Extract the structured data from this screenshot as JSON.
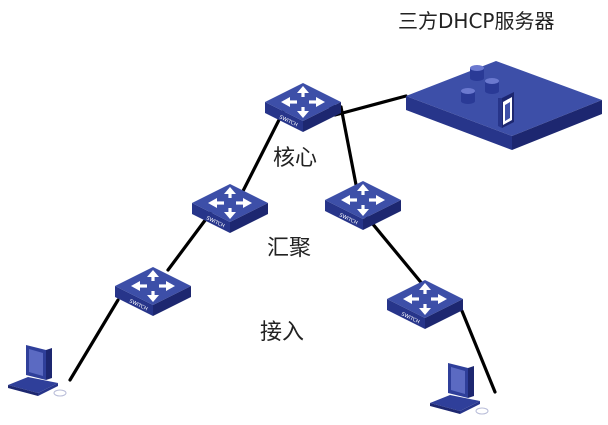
{
  "server": {
    "label": "三方DHCP服务器"
  },
  "layers": {
    "core": "核心",
    "aggregation": "汇聚",
    "access": "接入"
  },
  "switch_text": "SWITCH",
  "icons": {
    "switch": "network-switch-icon",
    "server": "server-platform-icon",
    "pc": "desktop-computer-icon"
  },
  "colors": {
    "device_top": "#3d4fa8",
    "device_side": "#27358a",
    "device_dark": "#1d2770",
    "arrow": "#ffffff",
    "link": "#000000",
    "text": "#222222"
  }
}
